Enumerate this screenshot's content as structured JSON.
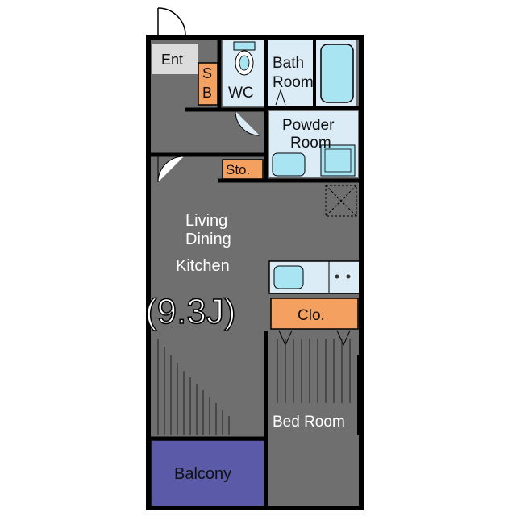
{
  "rooms": {
    "entrance": "Ent",
    "shoe_box_s": "S",
    "shoe_box_b": "B",
    "wc": "WC",
    "bath_1": "Bath",
    "bath_2": "Room",
    "powder_1": "Powder",
    "powder_2": "Room",
    "storage": "Sto.",
    "ldk_1": "Living",
    "ldk_2": "Dining",
    "ldk_3": "Kitchen",
    "ldk_size": "(9.3J)",
    "closet": "Clo.",
    "bedroom": "Bed Room",
    "balcony": "Balcony"
  },
  "colors": {
    "floor": "#6f6f6f",
    "wall": "#000000",
    "wet_area": "#dcecf7",
    "fixture": "#a8e4f2",
    "storage": "#f4a060",
    "balcony": "#5a5aa8",
    "entrance": "#dcdcdc"
  }
}
